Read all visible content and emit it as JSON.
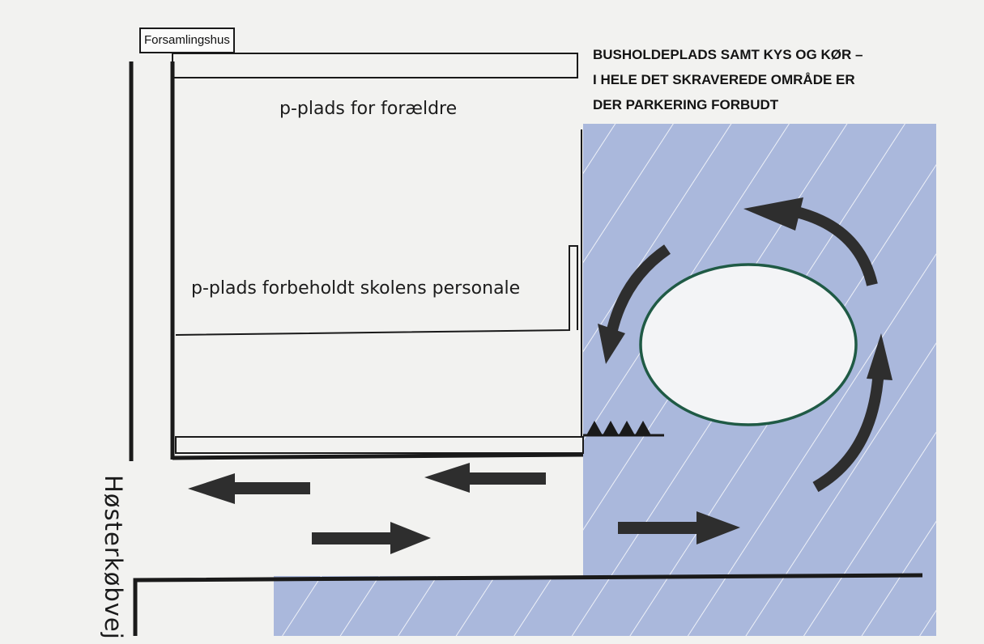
{
  "map": {
    "building_label": "Forsamlingshus",
    "notice_lines": [
      "BUSHOLDEPLADS SAMT KYS OG KØR –",
      "I HELE DET SKRAVEREDE OMRÅDE ER",
      "DER PARKERING FORBUDT"
    ],
    "parent_parking_label": "p-plads for forældre",
    "staff_parking_label": "p-plads forbeholdt skolens personale",
    "road_name": "Høsterkøbvej",
    "colors": {
      "hatched_zone": "#aab8dc",
      "roundabout_outline": "#1f5a45",
      "arrow": "#2e2e2e",
      "lines": "#1a1a1a"
    },
    "icons": {
      "traffic_arrows": "arrow-icon",
      "yield_triangles": "yield-triangle-icon"
    }
  }
}
